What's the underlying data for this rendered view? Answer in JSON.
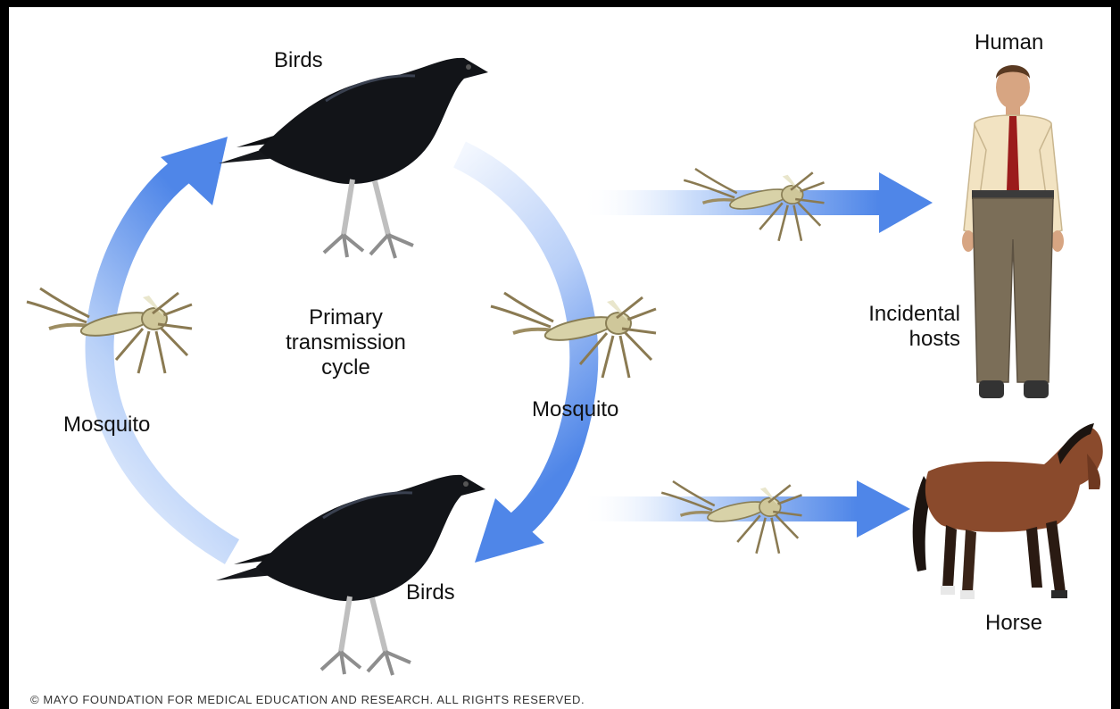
{
  "labels": {
    "birds_top": "Birds",
    "birds_bottom": "Birds",
    "mosquito_left": "Mosquito",
    "mosquito_right": "Mosquito",
    "primary_line1": "Primary",
    "primary_line2": "transmission",
    "primary_line3": "cycle",
    "human": "Human",
    "incidental_line1": "Incidental",
    "incidental_line2": "hosts",
    "horse": "Horse"
  },
  "copyright": "© MAYO FOUNDATION FOR MEDICAL EDUCATION AND RESEARCH. ALL RIGHTS RESERVED.",
  "colors": {
    "arrow_blue": "#4f86e8",
    "arrow_fade": "#dbe8fb",
    "bird": "#121418",
    "horse_body": "#8a4a2c",
    "shirt": "#f2e3c2",
    "tie": "#9b1c1c",
    "pants": "#7b6e58",
    "mosquito": "#c9c39a"
  },
  "icons": [
    "bird-icon",
    "mosquito-icon",
    "human-figure",
    "horse-figure"
  ]
}
